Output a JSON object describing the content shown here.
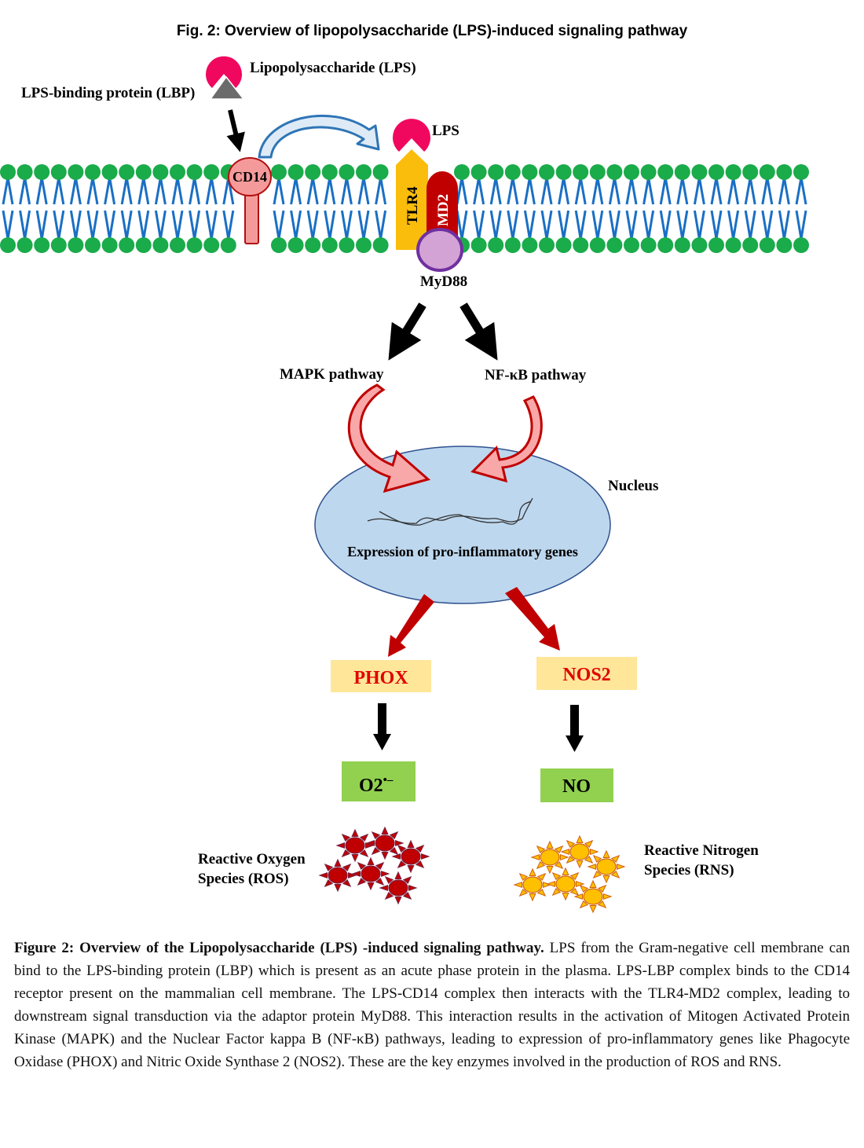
{
  "figure": {
    "title": "Fig. 2: Overview of lipopolysaccharide (LPS)-induced signaling pathway",
    "labels": {
      "lps_full": "Lipopolysaccharide (LPS)",
      "lbp_full": "LPS-binding protein (LBP)",
      "lps_short": "LPS",
      "cd14": "CD14",
      "tlr4": "TLR4",
      "md2": "MD2",
      "myd88": "MyD88",
      "mapk": "MAPK pathway",
      "nfkb": "NF-κB pathway",
      "nucleus": "Nucleus",
      "expression": "Expression of pro-inflammatory genes",
      "phox": "PHOX",
      "nos2": "NOS2",
      "o2_base": "O2",
      "o2_sup": "•–",
      "no": "NO",
      "ros_line1": "Reactive Oxygen",
      "ros_line2": "Species (ROS)",
      "rns_line1": "Reactive Nitrogen",
      "rns_line2": "Species (RNS)"
    },
    "colors": {
      "lps": "#f0085f",
      "lbp": "#6b6b6b",
      "head_group": "#1aab4a",
      "lipid_tail": "#1a6fc4",
      "cd14_fill": "#f59a9a",
      "cd14_stroke": "#b01010",
      "tlr4": "#fbbd0b",
      "md2": "#c00000",
      "myd88_fill": "#d3a3d6",
      "myd88_stroke": "#7030a0",
      "nucleus_fill": "#bdd7ee",
      "nucleus_stroke": "#2f528f",
      "curved_arrow_fill": "#f8a8a8",
      "curved_arrow_stroke": "#c00000",
      "dark_red_arrow": "#c00000",
      "enzyme_box": "#ffe699",
      "enzyme_text": "#e00000",
      "product_box": "#92d050",
      "ros_star": "#c00000",
      "rns_star": "#ffc000",
      "transfer_arrow_stroke": "#2e75b6",
      "transfer_arrow_fill": "#deebf7"
    }
  },
  "caption": {
    "bold": "Figure 2: Overview of the Lipopolysaccharide (LPS) -induced signaling pathway.",
    "text": " LPS from the Gram-negative cell membrane can bind to the LPS-binding protein (LBP) which is present as an acute phase protein in the plasma. LPS-LBP complex binds to the CD14 receptor present on the mammalian cell membrane. The LPS-CD14 complex then interacts with the TLR4-MD2 complex, leading to downstream signal transduction via the adaptor protein MyD88. This interaction results in the activation of Mitogen Activated Protein Kinase (MAPK) and the Nuclear Factor kappa B (NF-κB) pathways, leading to expression of pro-inflammatory genes like Phagocyte Oxidase (PHOX) and Nitric Oxide Synthase 2 (NOS2). These are the key enzymes involved in the production of ROS and RNS."
  }
}
